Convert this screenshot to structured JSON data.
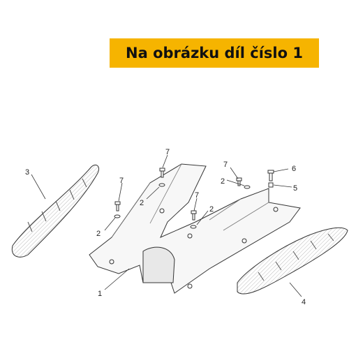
{
  "banner": {
    "text": "Na obrázku díl číslo 1",
    "color": "#f6b400"
  },
  "callouts": {
    "c1": "1",
    "c2a": "2",
    "c2b": "2",
    "c2c": "2",
    "c2d": "2",
    "c3": "3",
    "c4": "4",
    "c5": "5",
    "c6": "6",
    "c7a": "7",
    "c7b": "7",
    "c7c": "7",
    "c7d": "7"
  }
}
